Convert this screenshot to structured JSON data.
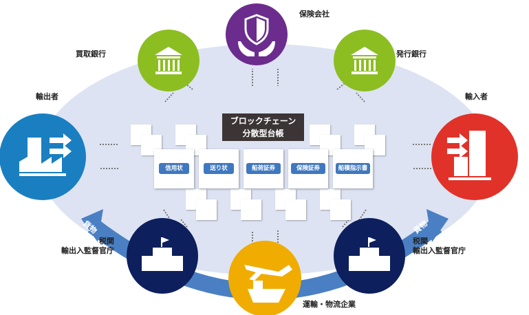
{
  "ledger_title": [
    "ブロックチェーン",
    "分散型台帳"
  ],
  "documents": [
    "信用状",
    "送り状",
    "船荷証券",
    "保険証券",
    "船積指示書"
  ],
  "participants": {
    "insurer": "保険会社",
    "buying_bank": "買取銀行",
    "issuing_bank": "発行銀行",
    "exporter": "輸出者",
    "importer": "輸入者",
    "customs_left": [
      "税関",
      "輸出入監督官庁"
    ],
    "customs_right": [
      "税関",
      "輸出入監督官庁"
    ],
    "logistics": "運輸・物流企業"
  },
  "cargo_label": "貨物",
  "colors": {
    "ellipse": "#dde3f2",
    "insurer": "#6b2c8e",
    "bank": "#8cbe22",
    "exporter": "#1a7fc1",
    "importer": "#e1322a",
    "customs": "#0d1f5c",
    "logistics": "#f0ac00",
    "band": "#4a80c3",
    "badge": "#3f78c0"
  }
}
